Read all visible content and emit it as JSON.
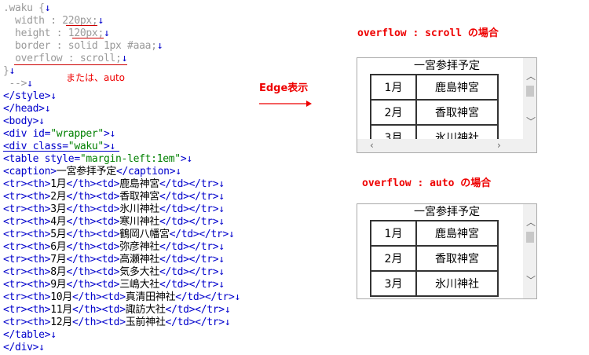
{
  "code": {
    "l1": ".waku {",
    "l2a": "  width : ",
    "l2b": "220px",
    "l2c": ";",
    "l3a": "  height : ",
    "l3b": "120px",
    "l3c": ";",
    "l4": "  border : solid 1px #aaa;",
    "l5a": "  ",
    "l5b": "overflow : scroll",
    "l5c": ";",
    "l6": "}",
    "l7": " -->",
    "l8": "</style>",
    "l9": "</head>",
    "l10": "<body>",
    "l11a": "<div id=",
    "l11b": "\"wrapper\"",
    "l11c": ">",
    "l12a": "<div class=",
    "l12b": "\"waku\"",
    "l12c": ">",
    "l13a": "<table style=",
    "l13b": "\"margin-left:1em\"",
    "l13c": ">",
    "l14a": "<caption>",
    "l14b": "一宮参拝予定",
    "l14c": "</caption>",
    "rows": [
      {
        "m": "1月",
        "s": "鹿島神宮"
      },
      {
        "m": "2月",
        "s": "香取神宮"
      },
      {
        "m": "3月",
        "s": "氷川神社"
      },
      {
        "m": "4月",
        "s": "寒川神社"
      },
      {
        "m": "5月",
        "s": "鶴岡八幡宮"
      },
      {
        "m": "6月",
        "s": "弥彦神社"
      },
      {
        "m": "7月",
        "s": "高瀬神社"
      },
      {
        "m": "8月",
        "s": "気多大社"
      },
      {
        "m": "9月",
        "s": "三嶋大社"
      },
      {
        "m": "10月",
        "s": "真清田神社"
      },
      {
        "m": "11月",
        "s": "諏訪大社"
      },
      {
        "m": "12月",
        "s": "玉前神社"
      }
    ],
    "l27": "</table>",
    "l28": "</div>",
    "eol": "↓",
    "tag_tr_th": "<tr><th>",
    "tag_th_td": "</th><td>",
    "tag_td_tr": "</td></tr>"
  },
  "note": "または、auto",
  "edge_label": "Edge表示",
  "headings": {
    "scroll": "overflow : scroll の場合",
    "auto": "overflow : auto の場合"
  },
  "demo": {
    "caption": "一宮参拝予定",
    "rows": [
      {
        "m": "1月",
        "s": "鹿島神宮"
      },
      {
        "m": "2月",
        "s": "香取神宮"
      },
      {
        "m": "3月",
        "s": "氷川神社"
      }
    ]
  }
}
